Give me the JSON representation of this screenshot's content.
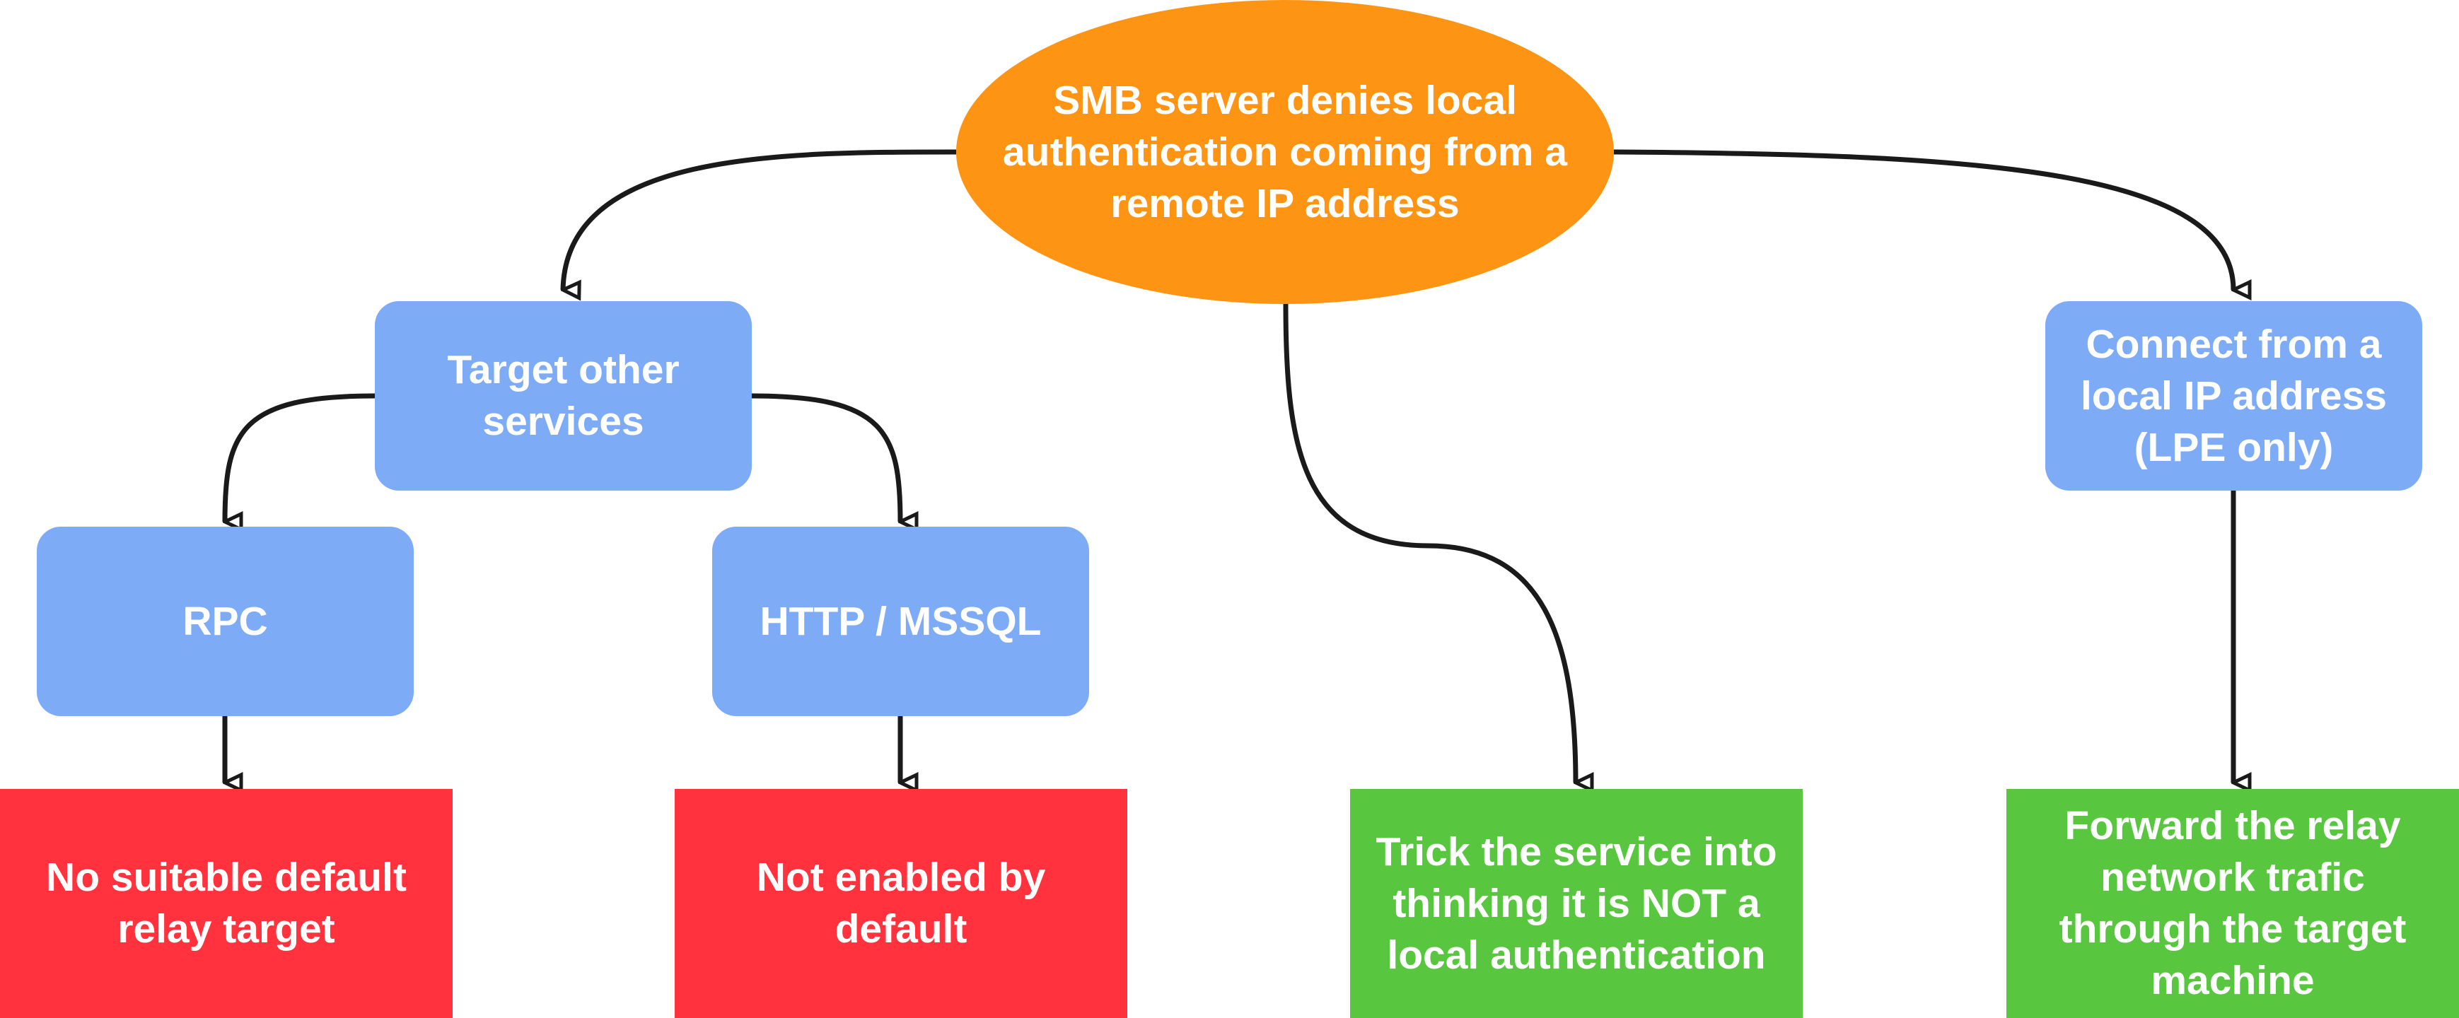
{
  "colors": {
    "root": "#FD9414",
    "branch": "#7EABF6",
    "negative": "#FF323E",
    "positive": "#58C63F",
    "connector": "#1A1A1A",
    "text": "#FFFFFF"
  },
  "nodes": {
    "root": "SMB server denies local\nauthentication coming from a\nremote IP address",
    "target_other": "Target other\nservices",
    "connect_local": "Connect from a\nlocal IP address\n(LPE only)",
    "rpc": "RPC",
    "http_mssql": "HTTP / MSSQL",
    "no_suitable": "No suitable default\nrelay target",
    "not_enabled": "Not enabled by\ndefault",
    "trick_service": "Trick the service into\nthinking it is NOT a\nlocal authentication",
    "forward_relay": "Forward the relay\nnetwork trafic\nthrough the target\nmachine"
  }
}
